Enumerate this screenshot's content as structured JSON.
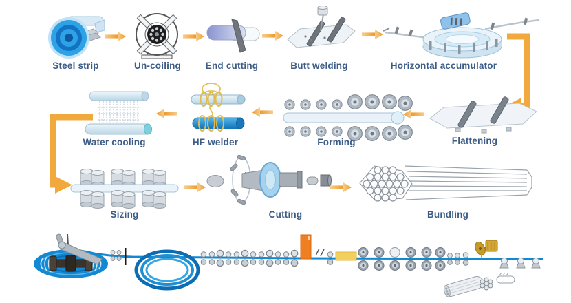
{
  "rows": [
    {
      "items": [
        {
          "icon": "steel-strip-coil-icon",
          "label": "Steel strip"
        },
        {
          "icon": "uncoiler-icon",
          "label": "Un-coiling"
        },
        {
          "icon": "end-cutting-icon",
          "label": "End cutting"
        },
        {
          "icon": "butt-welding-icon",
          "label": "Butt welding"
        },
        {
          "icon": "horizontal-accumulator-icon",
          "label": "Horizontal accumulator"
        }
      ]
    },
    {
      "items": [
        {
          "icon": "water-cooling-icon",
          "label": "Water cooling"
        },
        {
          "icon": "hf-welder-icon",
          "label": "HF welder"
        },
        {
          "icon": "forming-icon",
          "label": "Forming"
        },
        {
          "icon": "flattening-icon",
          "label": "Flattening"
        }
      ]
    },
    {
      "items": [
        {
          "icon": "sizing-icon",
          "label": "Sizing"
        },
        {
          "icon": "cutting-icon",
          "label": "Cutting"
        },
        {
          "icon": "bundling-icon",
          "label": "Bundling"
        }
      ]
    }
  ],
  "colors": {
    "label_text": "#3c5c86",
    "arrow_orange": "#efa22f",
    "strip_blue": "#1287d2",
    "hf_coil_orange": "#f07f22",
    "cooling_bed_yellow": "#f3cf5e",
    "saw_gold": "#c9972c"
  }
}
